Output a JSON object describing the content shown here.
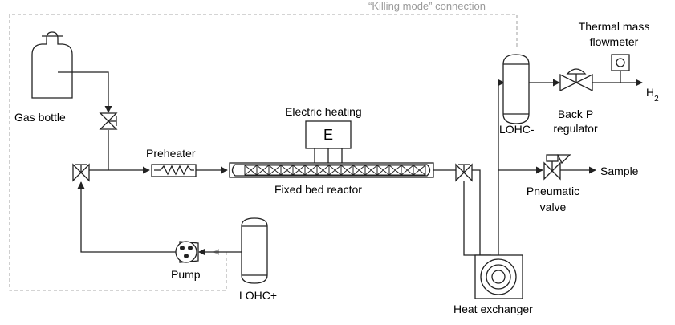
{
  "diagram": {
    "connection_label": "“Killing mode” connection",
    "labels": {
      "gas_bottle": "Gas bottle",
      "preheater": "Preheater",
      "electric_heating": "Electric heating",
      "heater_symbol": "E",
      "fixed_bed_reactor": "Fixed bed reactor",
      "pump": "Pump",
      "lohc_plus": "LOHC+",
      "lohc_minus": "LOHC-",
      "heat_exchanger": "Heat exchanger",
      "back_pressure_line1": "Back P",
      "back_pressure_line2": "regulator",
      "flowmeter_line1": "Thermal mass",
      "flowmeter_line2": "flowmeter",
      "h2_main": "H",
      "h2_sub": "2",
      "sample": "Sample",
      "pneumatic_line1": "Pneumatic",
      "pneumatic_line2": "valve"
    },
    "colors": {
      "line": "#222222",
      "dashed_connection": "#a8a8a8",
      "connection_text": "#9a9a9a"
    }
  }
}
